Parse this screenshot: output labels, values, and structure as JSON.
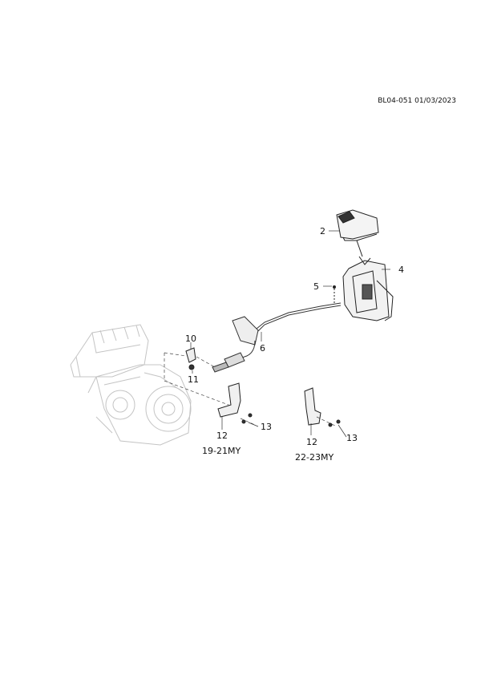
{
  "header": {
    "reference": "BL04-051 01/03/2023"
  },
  "callouts": [
    "2",
    "4",
    "5",
    "6",
    "10",
    "11",
    "12",
    "13",
    "12",
    "13"
  ],
  "captions": {
    "left_variant": "19-21MY",
    "right_variant": "22-23MY"
  }
}
